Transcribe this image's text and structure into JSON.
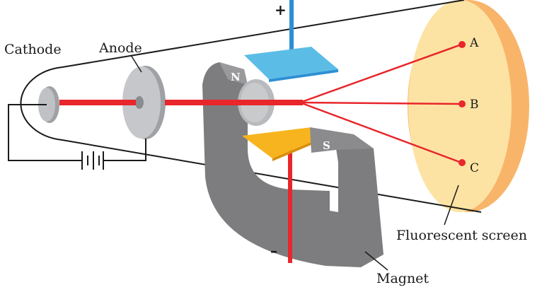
{
  "labels": {
    "cathode": "Cathode",
    "anode": "Anode",
    "fluorescent_screen": "Fluorescent screen",
    "magnet": "Magnet",
    "north_pole": "N",
    "south_pole": "S",
    "plus_sign": "+",
    "minus_sign": "–",
    "point_a": "A",
    "point_b": "B",
    "point_c": "C"
  },
  "colors": {
    "beam": "#e8262b",
    "screen": "#fde3a3",
    "screen_edge": "#f8b56a",
    "magnet": "#7d7d80",
    "positive_plate": "#5bbde6",
    "negative_plate": "#f7b41e",
    "electrode": "#bfc1c4"
  }
}
